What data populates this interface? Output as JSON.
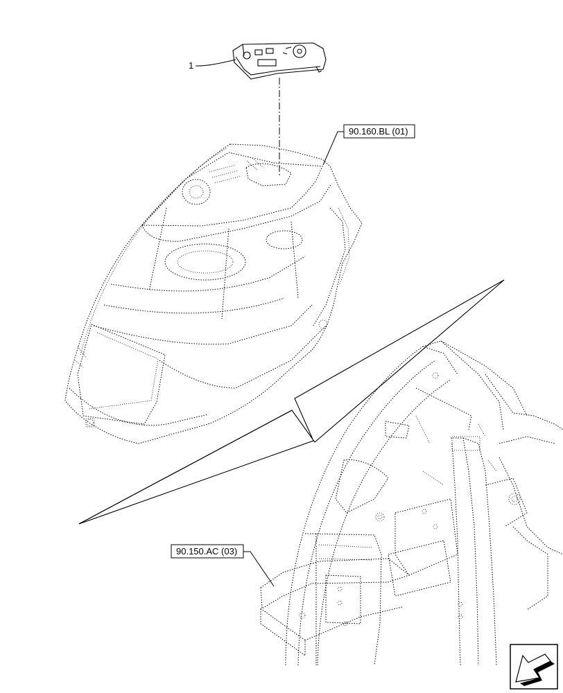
{
  "callouts": {
    "part_number": "1",
    "ref_top": "90.160.BL (01)",
    "ref_bottom": "90.150.AC (03)"
  },
  "icons": {
    "nav_arrow": "navigation-arrow-icon"
  }
}
